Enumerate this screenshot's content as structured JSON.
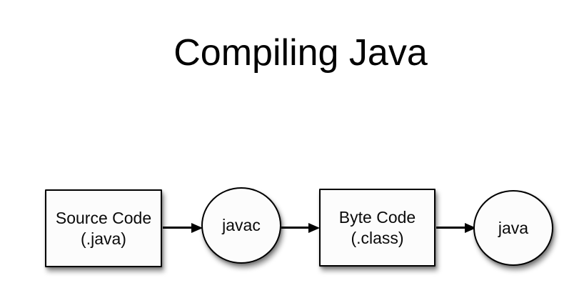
{
  "title": "Compiling Java",
  "colors": {
    "background": "#ffffff",
    "shape_fill": "#fcfcfc",
    "shape_stroke": "#000000",
    "text": "#000000",
    "arrow": "#000000",
    "shadow": "rgba(0,0,0,0.40)"
  },
  "diagram": {
    "nodes": [
      {
        "id": "source-code",
        "shape": "rect",
        "lines": [
          "Source Code",
          "(.java)"
        ]
      },
      {
        "id": "javac",
        "shape": "circle",
        "lines": [
          "javac"
        ]
      },
      {
        "id": "byte-code",
        "shape": "rect",
        "lines": [
          "Byte Code",
          "(.class)"
        ]
      },
      {
        "id": "java",
        "shape": "circle",
        "lines": [
          "java"
        ]
      }
    ],
    "edges": [
      {
        "from": "source-code",
        "to": "javac"
      },
      {
        "from": "javac",
        "to": "byte-code"
      },
      {
        "from": "byte-code",
        "to": "java"
      }
    ]
  }
}
